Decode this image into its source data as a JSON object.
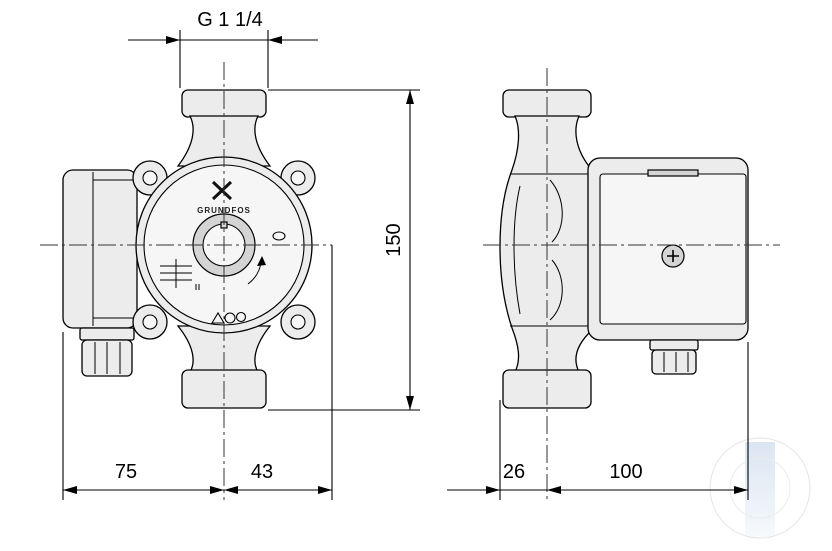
{
  "dimensions": {
    "thread": "G 1 1/4",
    "height": "150",
    "left_width": "75",
    "right_width": "43",
    "side_offset": "26",
    "side_depth": "100"
  },
  "logo": {
    "text": "GRUNDFOS"
  },
  "colors": {
    "line": "#000000",
    "fill": "#ececec",
    "watermark": "#c8d8ec"
  }
}
